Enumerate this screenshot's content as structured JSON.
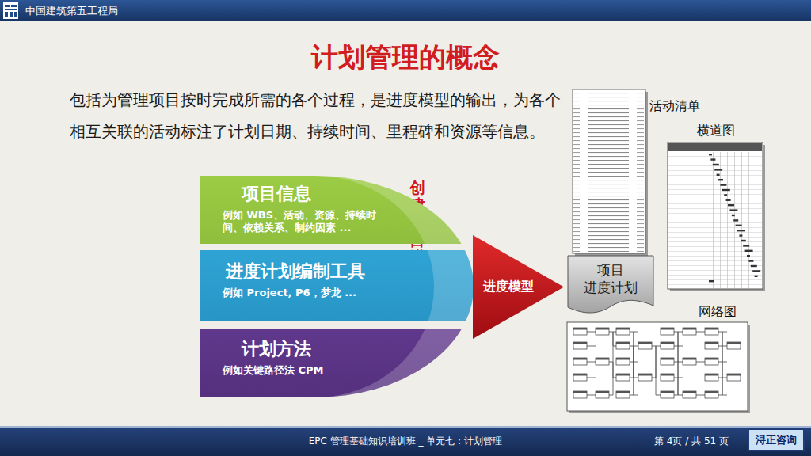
{
  "diagram": {
    "title": "计划管理的概念",
    "nodes": [
      {
        "text": [
          "项目信息",
          "例如 WBS、活动、资源、持续时间、依赖关系、制约因素 ..."
        ]
      },
      {
        "text": [
          "进度计划编制工具",
          "例如 Project, P6，梦龙 ..."
        ]
      },
      {
        "text": [
          "计划方法",
          "例如关键路径法 CPM"
        ]
      },
      {
        "text": [
          "进度模型"
        ]
      },
      {
        "text": [
          "项目 进度计划"
        ]
      },
      {
        "text": [
          "浔正咨询"
        ]
      }
    ],
    "labels": [
      "中国建筑第五工程局",
      "包括为管理项目按时完成所需的各个过程，是进度模型的输出，为各个相互关联的活动标注了计划日期、持续时间、里程碑和资源等信息。",
      "创建项目进度模型",
      "活动清单",
      "横道图",
      "网络图",
      "EPC 管理基础知识培训班 _ 单元七：计划管理",
      "第 4页 / 共 51 页"
    ]
  }
}
